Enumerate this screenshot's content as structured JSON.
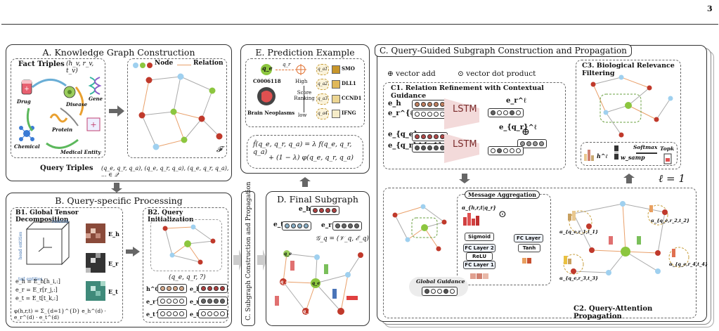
{
  "page_number": "3",
  "panelA": {
    "title": "A. Knowledge Graph Construction",
    "fact_triples": "Fact Triples",
    "triple_notation": "(h_v, r_v, t_v)",
    "entities": [
      "Drug",
      "Disease",
      "Gene",
      "Protein",
      "Chemical",
      "Medical Entity"
    ],
    "legend_node": "Node",
    "legend_relation": "Relation",
    "graph_symbol": "𝓕",
    "query_triples": "Query Triples",
    "query_formula": "(q_e, q_r, q_a), (q_e, q_r, q_a), (q_e, q_r, q_a), ... ∈ 𝒬"
  },
  "panelB": {
    "title": "B. Query-specific Processing",
    "b1_title": "B1. Global Tensor Decomposition",
    "b2_title": "B2. Query Initialization",
    "tensor_labels": [
      "relation",
      "head entities",
      "tail entities"
    ],
    "mat_labels": [
      "E_h",
      "E_r",
      "E_t"
    ],
    "equations": [
      "e_h = E_h[h_i,:]",
      "e_r = E_r[r_j,:]",
      "e_t = E_t[t_k,:]",
      "φ(h,r,t) = Σ_{d=1}^{D} e_h^(d) · e_r^(d) · e_t^(d)"
    ],
    "query_tuple": "(q_e, q_r, ?)",
    "init_labels": [
      "h^0",
      "e_h",
      "e_r^0",
      "e_r",
      "e_t^0",
      "e_t^0"
    ]
  },
  "rotated_label": "C. Subgraph Construction and Propagation",
  "panelD": {
    "title": "D. Final Subgraph",
    "labels": [
      "e_h",
      "e_t",
      "e_r^ℓ",
      "𝒢_q = (𝒱_q, ℰ_q)"
    ],
    "node_labels": [
      "q_e",
      "q_a",
      "q_r",
      "q_e"
    ]
  },
  "panelE": {
    "title": "E. Prediction Example",
    "query_entity": "q_e",
    "entity_id": "C0006118",
    "relation": "q_r",
    "disease": "Brain Neoplasms",
    "high": "High",
    "score_ranking": "Score Ranking",
    "low": "low",
    "answers": [
      "SMO",
      "DLL1",
      "CCND1",
      "IFNG"
    ],
    "answer_tags": [
      "q_a1",
      "q_a2",
      "q_a3",
      "q_a4"
    ],
    "answer_colors": [
      "#c8962a",
      "#e0b85a",
      "#ecd592",
      "#f6ecc8"
    ],
    "formula_line1": "f̂(q_e, q_r, q_a) = λ f(q_e, q_r, q_a)",
    "formula_line2": "+ (1 − λ) φ(q_e, q_r, q_a)"
  },
  "panelC": {
    "title": "C. Query-Guided Subgraph Construction and Propagation",
    "legend_add": "⊕ vector add",
    "legend_dot": "⊙ vector dot product",
    "c1_title": "C1. Relation Refinement with Contextual Guidance",
    "c1_inputs": [
      "e_h",
      "e_r^{ℓ-1}",
      "e_{q_e}",
      "e_{q_r}^{ℓ-1}"
    ],
    "lstm": "LSTM",
    "c1_outputs": [
      "e_r^ℓ",
      "e_{q_r}^ℓ"
    ],
    "c3_title": "C3. Biological Relevance Filtering",
    "c3_items": [
      "h^ℓ",
      "w_samp",
      "Softmax",
      "Topk"
    ],
    "layer_label": "ℓ = 1",
    "msg_title": "Message Aggregation",
    "msg_layers": [
      "Sigmoid",
      "FC Layer 2",
      "ReLU",
      "FC Layer 1",
      "FC Layer",
      "Tanh"
    ],
    "alpha_label": "α_{h,r,t|q_r}",
    "global_guidance": "Global Guidance",
    "c2_title": "C2. Query-Attention Propagation",
    "c2_alpha": [
      "α_{q_e,r_1,t_1}",
      "α_{q_e,r_2,t_2}",
      "α_{q_e,r_3,t_3}",
      "α_{q_e,r_4,t_4}"
    ]
  },
  "colors": {
    "green": "#8cc63f",
    "red": "#c0392b",
    "blue": "#9fd0ef",
    "orange_edge": "#e9a06a",
    "gray_edge": "#aaaaaa",
    "lstm": "#7a2a2a"
  }
}
